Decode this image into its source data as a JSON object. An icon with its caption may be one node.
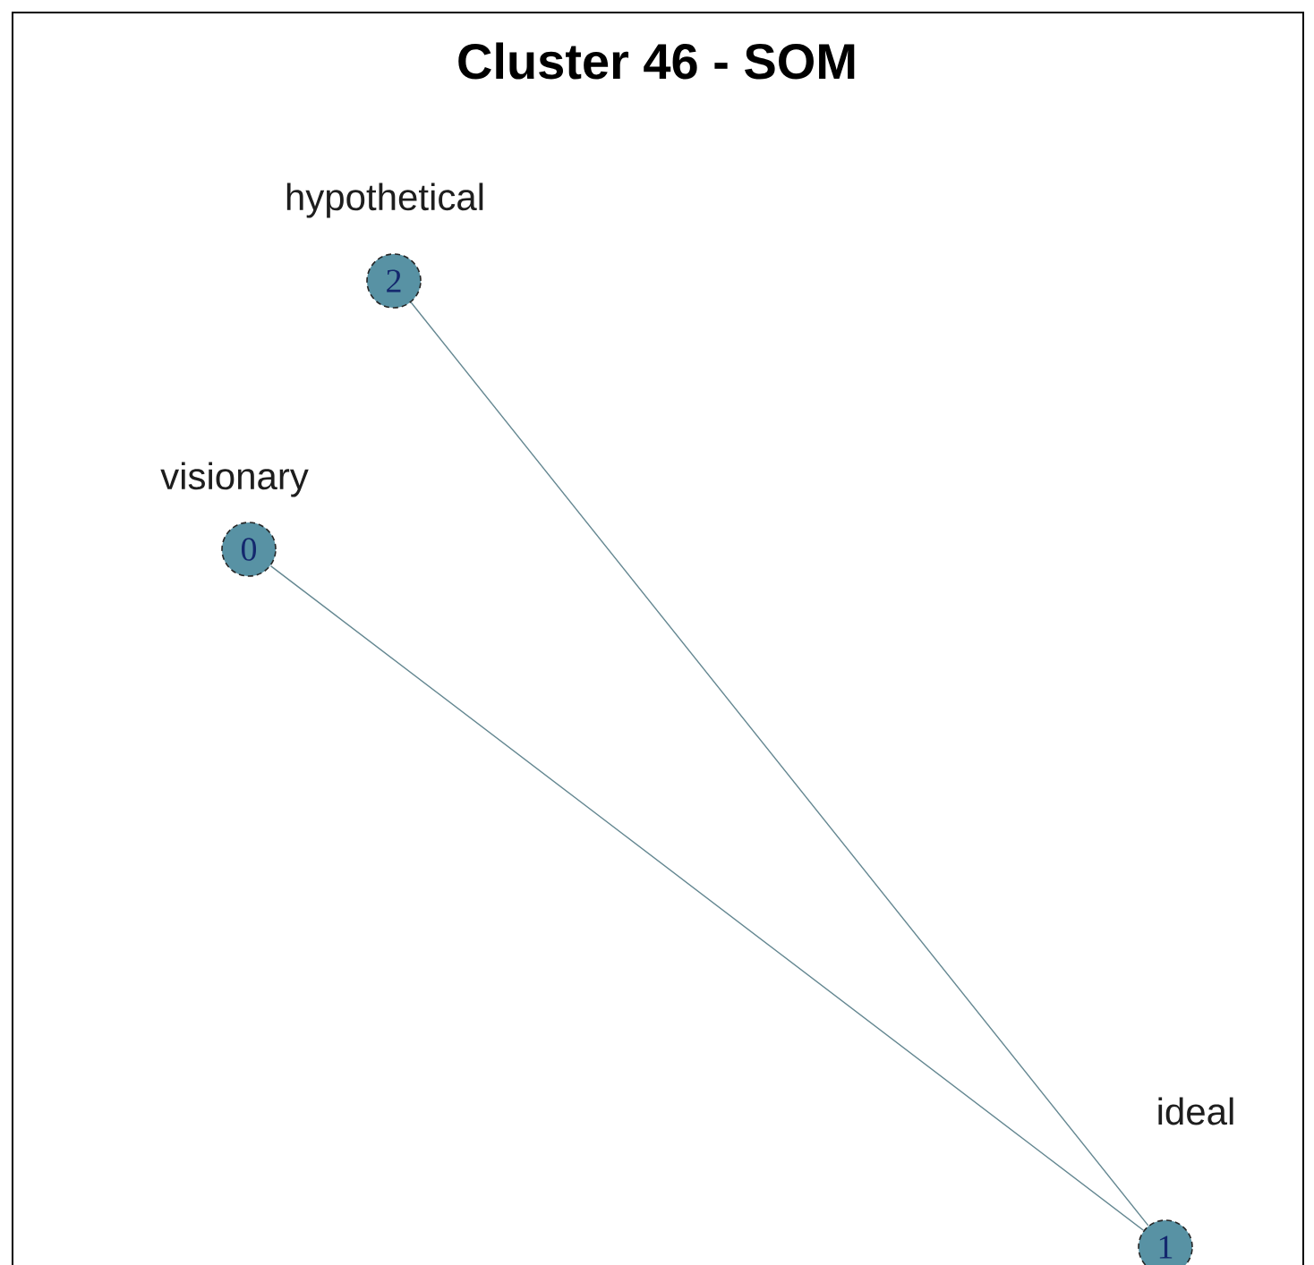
{
  "diagram": {
    "title": "Cluster 46 - SOM",
    "nodes": [
      {
        "text": [
          "2"
        ],
        "beside": [
          "hypothetical"
        ]
      },
      {
        "text": [
          "0"
        ],
        "beside": [
          "visionary"
        ]
      },
      {
        "text": [
          "1"
        ],
        "beside": [
          "ideal"
        ]
      }
    ],
    "edges": [
      {
        "from": 0,
        "to": 2,
        "arrow": "none"
      },
      {
        "from": 1,
        "to": 2,
        "arrow": "none"
      }
    ]
  }
}
